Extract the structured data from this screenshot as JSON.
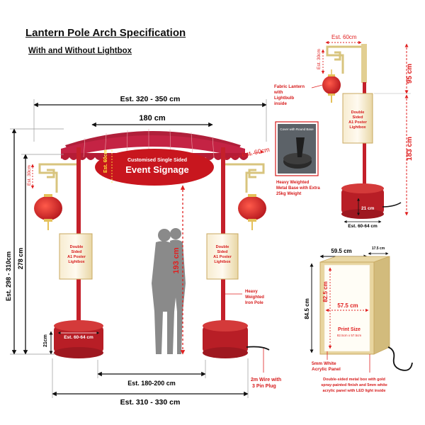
{
  "title": "Lantern Pole Arch Specification",
  "subtitle": "With and Without Lightbox",
  "colors": {
    "pole": "#c4202a",
    "base": "#b81e26",
    "gold": "#e2cf92",
    "lantern": "#d61f26",
    "signage": "#c8161e",
    "dim_black": "#111111",
    "dim_red": "#e02020",
    "label_red": "#d61a1a",
    "silhouette": "#8a8a8a"
  },
  "main": {
    "dim_top_width": "Est. 320 - 350 cm",
    "dim_canopy_width": "180 cm",
    "dim_total_height": "Est. 298 - 310cm",
    "dim_pole_height": "278 cm",
    "dim_clearance": "193 cm",
    "dim_base_gap": "Est. 180-200 cm",
    "dim_bottom_width": "Est. 310 - 330 cm",
    "dim_base_diameter": "Est. 60-64 cm",
    "dim_base_height": "21cm",
    "dim_frame_width": "Est. 60cm",
    "dim_frame_height": "Est. 30cm",
    "dim_sign_height": "Est. 60cm",
    "signage_line1": "Customised Single Sided",
    "signage_line2": "Event Signage",
    "lightbox_lines": [
      "Double",
      "Sided",
      "A1 Poster",
      "Lightbox"
    ],
    "label_pole": [
      "Heavy",
      "Weighted",
      "Iron Pole"
    ],
    "label_wire": [
      "2m Wire with",
      "3 Pin Plug"
    ]
  },
  "side_view": {
    "dim_frame_width": "Est. 60cm",
    "dim_frame_height": "Est. 30cm",
    "dim_upper": "95 cm",
    "dim_lower": "183 cm",
    "dim_base_height": "21 cm",
    "dim_base_diameter": "Est. 60-64 cm",
    "lightbox_lines": [
      "Double",
      "Sided",
      "A1 Poster",
      "Lightbox"
    ],
    "label_lantern": [
      "Fabric Lantern",
      "with",
      "Lightbulb",
      "inside"
    ],
    "inset_caption": "Cover with Round Base",
    "label_base": [
      "Heavy Weighted",
      "Metal Base with Extra",
      "25kg Weight"
    ]
  },
  "lightbox_detail": {
    "dim_width": "59.5 cm",
    "dim_depth": "17.5 cm",
    "dim_height": "84.5 cm",
    "dim_inner_height": "82.5 cm",
    "dim_inner_width": "57.5 cm",
    "print_size_label": "Print Size",
    "print_size_value": "82.5cm x 57.5cm",
    "label_panel": [
      "5mm White",
      "Acrylic Panel"
    ],
    "label_box": [
      "Double-sided metal box with gold",
      "spray-painted finish and 5mm white",
      "acrylic panel with LED light inside"
    ]
  }
}
